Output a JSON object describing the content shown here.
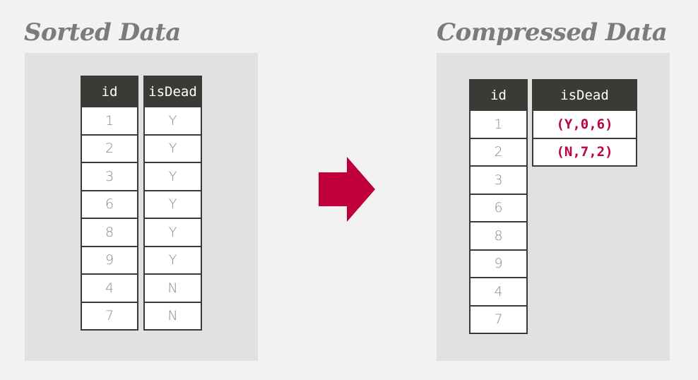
{
  "left": {
    "title": "Sorted Data",
    "columns": {
      "id": {
        "header": "id",
        "values": [
          "1",
          "2",
          "3",
          "6",
          "8",
          "9",
          "4",
          "7"
        ]
      },
      "isDead": {
        "header": "isDead",
        "values": [
          "Y",
          "Y",
          "Y",
          "Y",
          "Y",
          "Y",
          "N",
          "N"
        ]
      }
    }
  },
  "right": {
    "title": "Compressed Data",
    "columns": {
      "id": {
        "header": "id",
        "values": [
          "1",
          "2",
          "3",
          "6",
          "8",
          "9",
          "4",
          "7"
        ]
      },
      "isDead": {
        "header": "isDead",
        "values": [
          "(Y,0,6)",
          "(N,7,2)"
        ]
      }
    }
  },
  "colors": {
    "background": "#f2f2f2",
    "panel": "#e1e1e1",
    "header": "#3b3a36",
    "accent": "#c0003a",
    "heading_text": "#7b7b7b"
  },
  "icons": {
    "transform_arrow": "arrow-right-icon"
  }
}
